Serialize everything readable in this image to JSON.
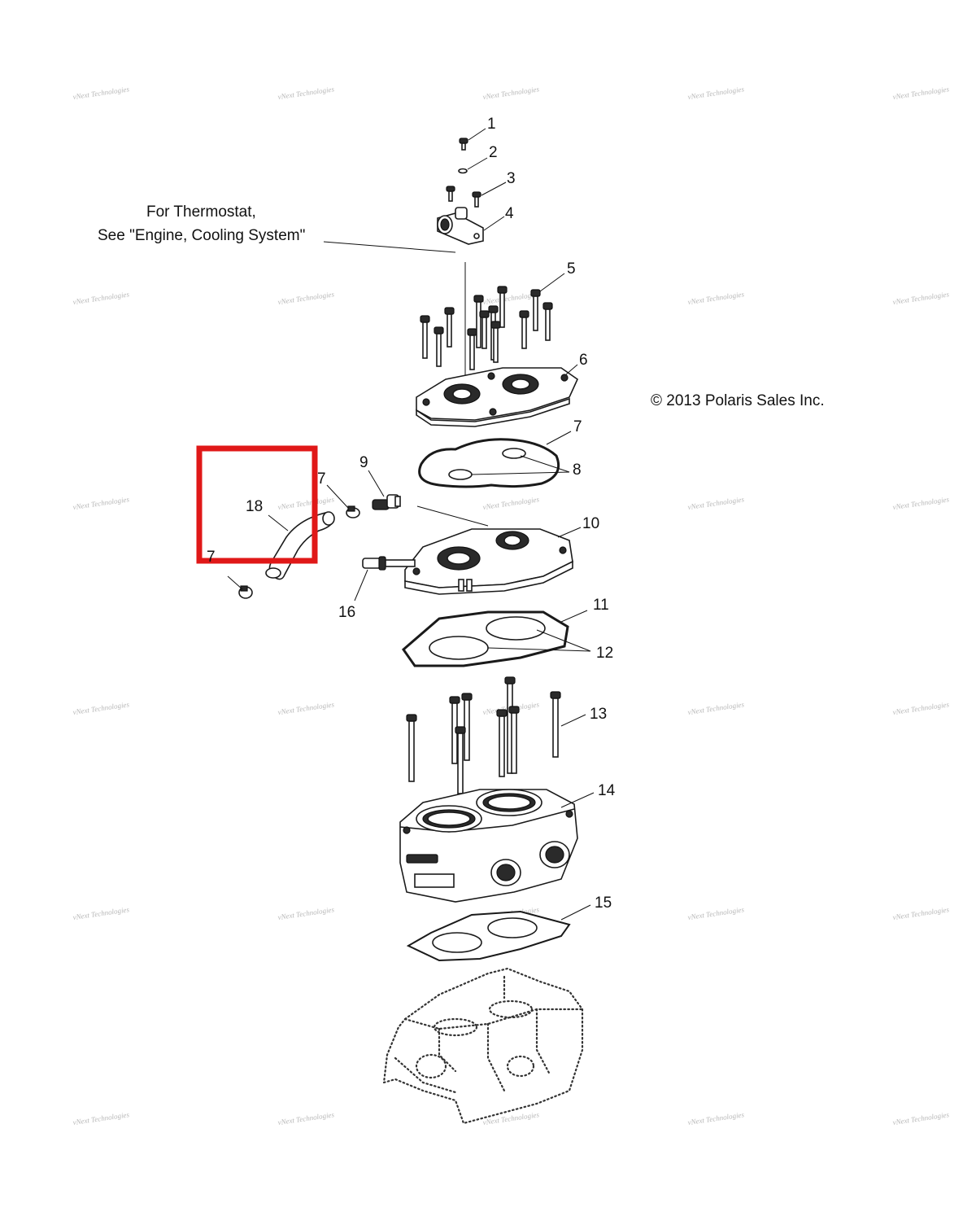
{
  "watermark": {
    "text": "vNext Technologies"
  },
  "notes": {
    "thermostat_line1": "For Thermostat,",
    "thermostat_line2": "See \"Engine, Cooling System\"",
    "copyright": "© 2013 Polaris Sales Inc."
  },
  "callouts": {
    "c1": "1",
    "c2": "2",
    "c3": "3",
    "c4": "4",
    "c5": "5",
    "c6": "6",
    "c7a": "7",
    "c7b": "7",
    "c7c": "7",
    "c8": "8",
    "c9": "9",
    "c10": "10",
    "c11": "11",
    "c12": "12",
    "c13": "13",
    "c14": "14",
    "c15": "15",
    "c16": "16",
    "c18": "18"
  },
  "highlight": {
    "part": "18",
    "color": "#e01818"
  }
}
